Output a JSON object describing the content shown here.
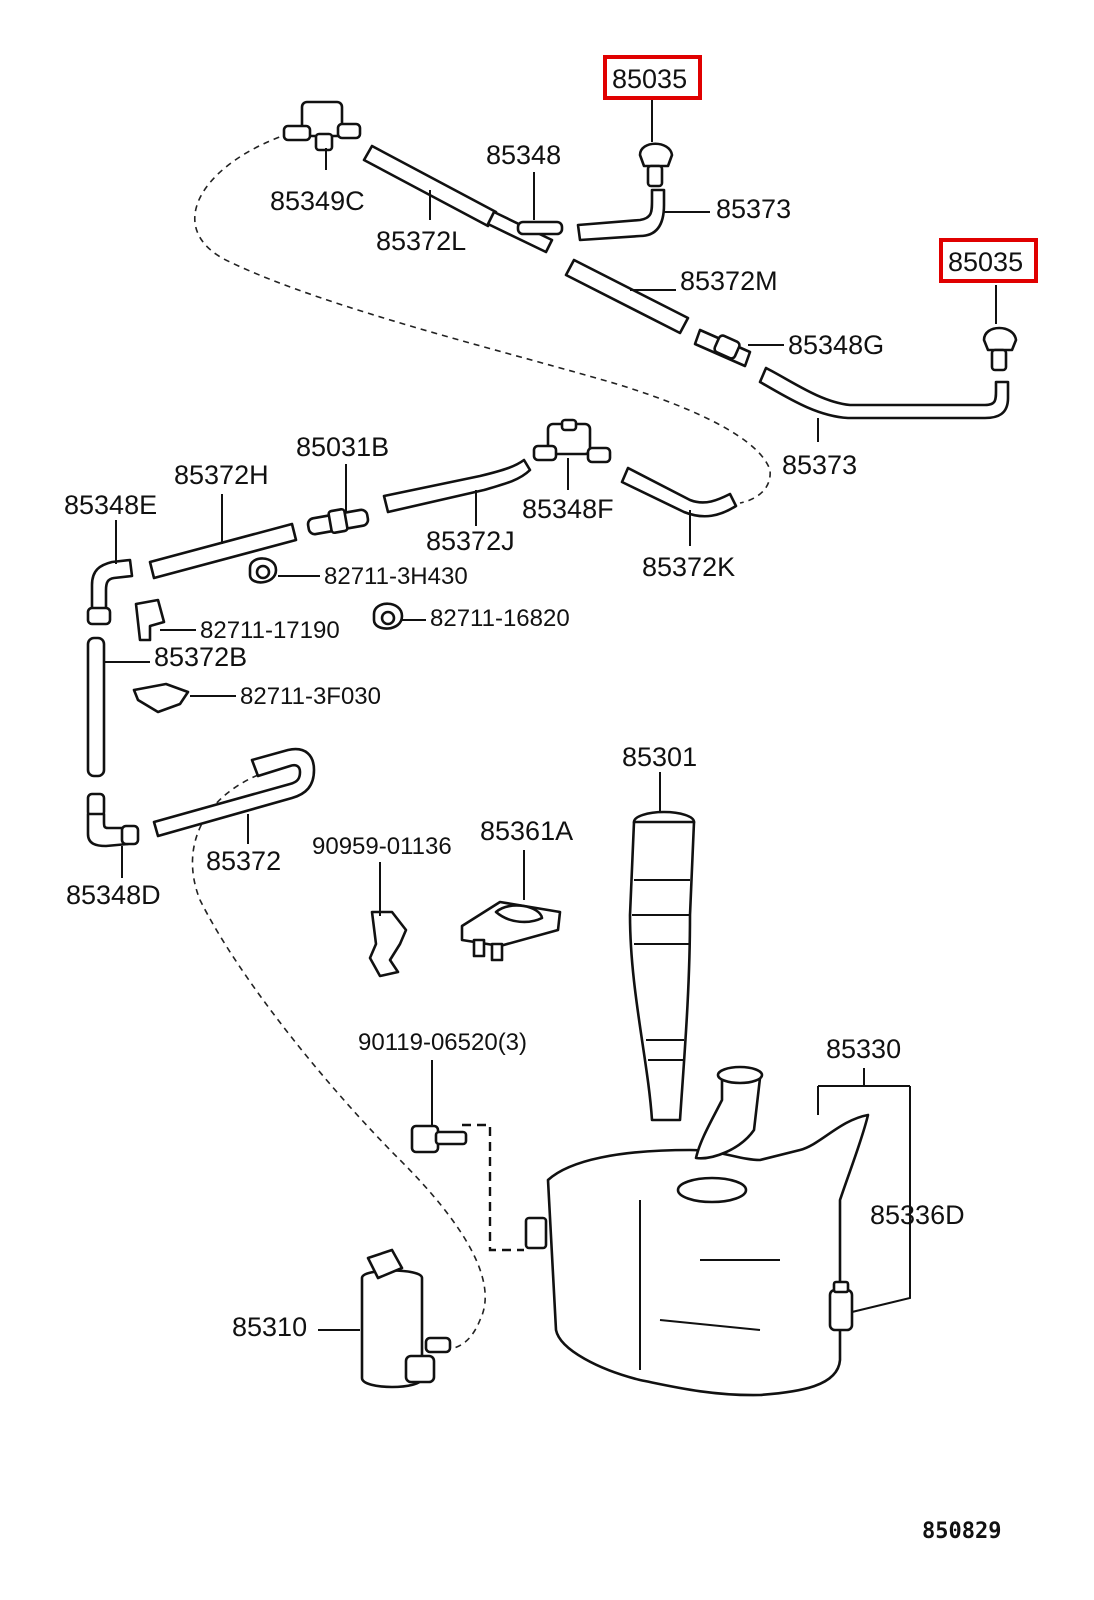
{
  "highlight_color": "#e00000",
  "diagram_code": "850829",
  "labels": {
    "p85035_a": "85035",
    "p85035_b": "85035",
    "p85348": "85348",
    "p85349C": "85349C",
    "p85373_a": "85373",
    "p85372L": "85372L",
    "p85372M": "85372M",
    "p85348G": "85348G",
    "p85373_b": "85373",
    "p85031B": "85031B",
    "p85372H": "85372H",
    "p85348E": "85348E",
    "p85372J": "85372J",
    "p85348F": "85348F",
    "p85372K": "85372K",
    "p82711_3H430": "82711-3H430",
    "p82711_17190": "82711-17190",
    "p82711_16820": "82711-16820",
    "p85372B": "85372B",
    "p82711_3F030": "82711-3F030",
    "p85301": "85301",
    "p85372": "85372",
    "p90959_01136": "90959-01136",
    "p85361A": "85361A",
    "p85348D": "85348D",
    "p90119_06520": "90119-06520(3)",
    "p85330": "85330",
    "p85336D": "85336D",
    "p85310": "85310"
  }
}
